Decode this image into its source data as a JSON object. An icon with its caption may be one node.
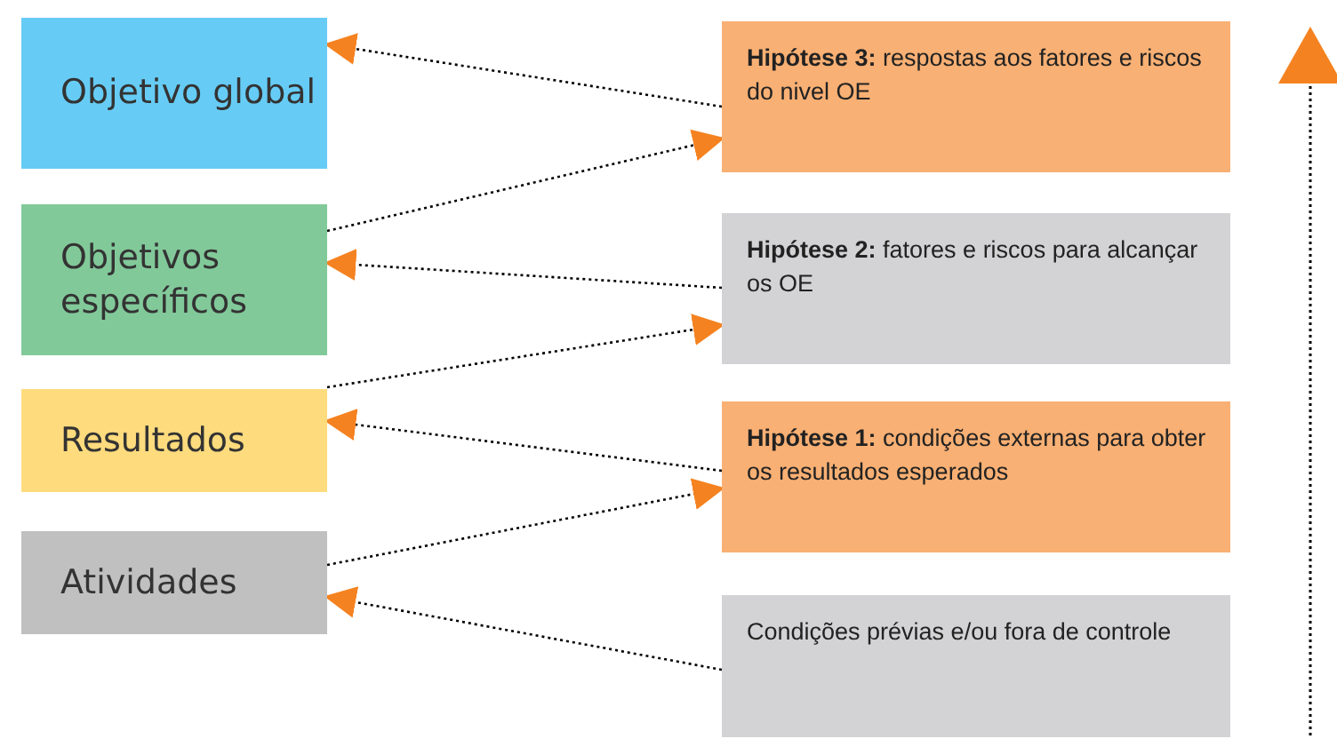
{
  "diagram": {
    "nodes": [
      {
        "text": [
          "Objetivo global"
        ]
      },
      {
        "text": [
          "Objetivos específicos"
        ]
      },
      {
        "text": [
          "Resultados"
        ]
      },
      {
        "text": [
          "Atividades"
        ]
      },
      {
        "text": [
          "**Hipótese 3:** respostas aos fatores e riscos do nivel OE"
        ]
      },
      {
        "text": [
          "**Hipótese 2:** fatores e riscos para alcançar os OE"
        ]
      },
      {
        "text": [
          "**Hipótese 1:** condições externas para obter os resultados esperados"
        ]
      },
      {
        "text": [
          "Condições prévias e/ou fora de controle"
        ]
      }
    ],
    "edges": [
      {
        "from": 4,
        "to": 0,
        "arrow": "to"
      },
      {
        "from": 1,
        "to": 4,
        "arrow": "to"
      },
      {
        "from": 5,
        "to": 1,
        "arrow": "to"
      },
      {
        "from": 2,
        "to": 5,
        "arrow": "to"
      },
      {
        "from": 6,
        "to": 2,
        "arrow": "to"
      },
      {
        "from": 3,
        "to": 6,
        "arrow": "to"
      },
      {
        "from": 7,
        "to": 3,
        "arrow": "to"
      }
    ]
  }
}
